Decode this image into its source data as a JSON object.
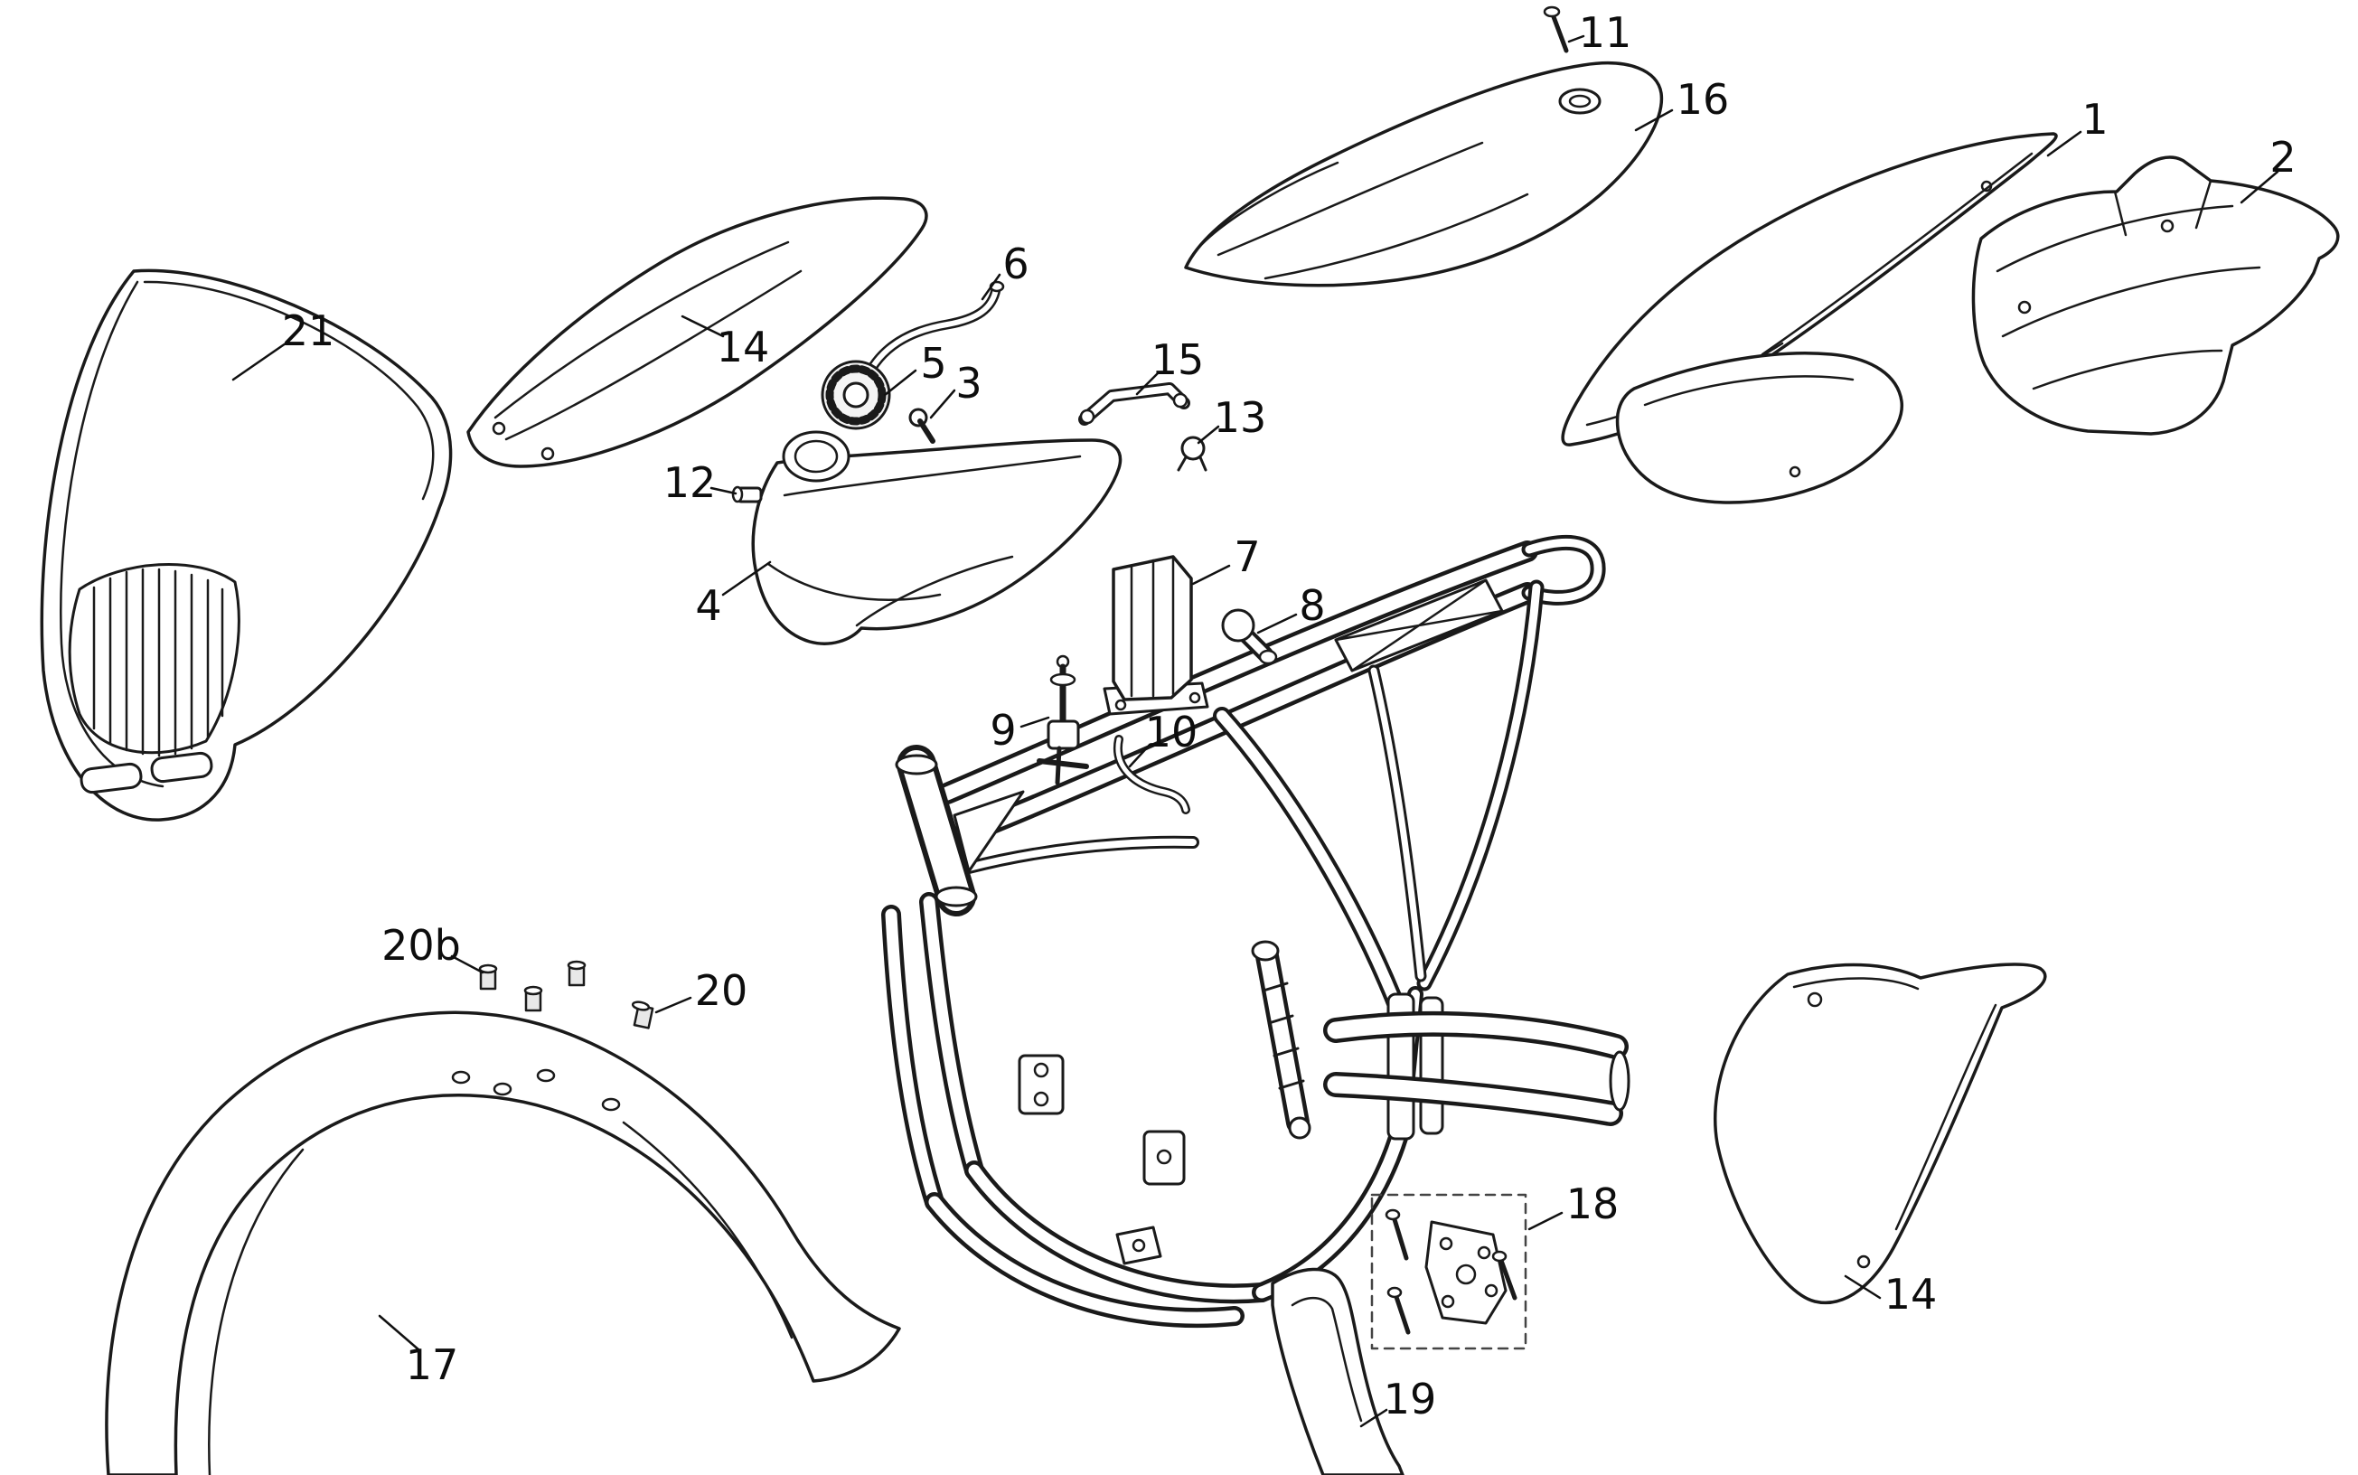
{
  "diagram": {
    "background_color": "#ffffff",
    "line_color": "#1a1a1a",
    "callouts": [
      {
        "label": "21",
        "part": "headlight-mask"
      },
      {
        "label": "14",
        "part": "left-radiator-shroud"
      },
      {
        "label": "6",
        "part": "vent-hose"
      },
      {
        "label": "5",
        "part": "fuel-tank-cap"
      },
      {
        "label": "3",
        "part": "screw"
      },
      {
        "label": "15",
        "part": "tank-bracket"
      },
      {
        "label": "13",
        "part": "clip"
      },
      {
        "label": "12",
        "part": "fitting"
      },
      {
        "label": "4",
        "part": "fuel-tank"
      },
      {
        "label": "7",
        "part": "reservoir-duct"
      },
      {
        "label": "8",
        "part": "elbow-fitting"
      },
      {
        "label": "9",
        "part": "fuel-tap"
      },
      {
        "label": "10",
        "part": "fuel-hose"
      },
      {
        "label": "16",
        "part": "seat"
      },
      {
        "label": "11",
        "part": "seat-bolt"
      },
      {
        "label": "1",
        "part": "rear-fender"
      },
      {
        "label": "2",
        "part": "rear-inner-fender"
      },
      {
        "label": "17",
        "part": "front-fender"
      },
      {
        "label": "20b",
        "part": "fender-bolts"
      },
      {
        "label": "20",
        "part": "fender-bolt"
      },
      {
        "label": "18",
        "part": "bracket-kit"
      },
      {
        "label": "19",
        "part": "fork-guard"
      },
      {
        "label": "14",
        "part": "right-side-panel"
      }
    ]
  }
}
